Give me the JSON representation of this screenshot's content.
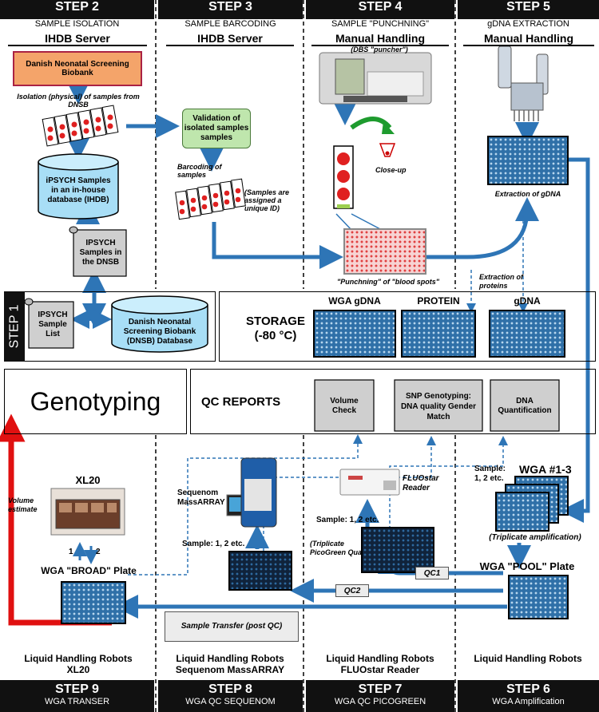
{
  "steps": {
    "s2": {
      "title": "STEP 2",
      "subtitle": "SAMPLE ISOLATION",
      "server": "IHDB Server"
    },
    "s3": {
      "title": "STEP 3",
      "subtitle": "SAMPLE BARCODING",
      "server": "IHDB Server"
    },
    "s4": {
      "title": "STEP 4",
      "subtitle": "SAMPLE \"PUNCHNING\"",
      "server": "Manual Handling"
    },
    "s5": {
      "title": "STEP 5",
      "subtitle": "gDNA EXTRACTION",
      "server": "Manual Handling"
    },
    "s9": {
      "title": "STEP 9",
      "subtitle": "WGA TRANSER",
      "robot1": "Liquid Handling Robots",
      "robot2": "XL20"
    },
    "s8": {
      "title": "STEP 8",
      "subtitle": "WGA QC SEQUENOM",
      "robot1": "Liquid Handling Robots",
      "robot2": "Sequenom MassARRAY"
    },
    "s7": {
      "title": "STEP 7",
      "subtitle": "WGA QC PICOGREEN",
      "robot1": "Liquid Handling Robots",
      "robot2": "FLUOstar Reader"
    },
    "s6": {
      "title": "STEP 6",
      "subtitle": "WGA Amplification",
      "robot1": "Liquid Handling Robots",
      "robot2": ""
    }
  },
  "step2": {
    "biobank": "Danish Neonatal Screening Biobank",
    "isolation": "Isolation (physical) of samples from DNSB",
    "ipsych_db": "iPSYCH Samples in an in-house database (IHDB)",
    "ipsych_dnsb": "IPSYCH Samples in the DNSB"
  },
  "step3": {
    "validation": "Validation of isolated samples samples",
    "barcoding": "Barcoding of samples",
    "unique": "(Samples are assigned a unique ID)"
  },
  "step4": {
    "puncher": "(DBS \"puncher\")",
    "closeup": "Close-up",
    "punching": "\"Punchning\" of \"blood spots\""
  },
  "step5": {
    "extraction_gdna": "Extraction of gDNA",
    "extraction_proteins": "Extraction of proteins"
  },
  "step1": {
    "label": "STEP 1",
    "sample_list": "IPSYCH Sample List",
    "dnsb_db": "Danish Neonatal Screening Biobank (DNSB) Database"
  },
  "storage": {
    "title": "STORAGE",
    "temp": "(-80 °C)",
    "col1": "WGA gDNA",
    "col2": "PROTEIN",
    "col3": "gDNA"
  },
  "genotyping": "Genotyping",
  "qc": {
    "title": "QC REPORTS",
    "doc1": "Volume Check",
    "doc2": "SNP Genotyping: DNA quality Gender Match",
    "doc3": "DNA Quantification"
  },
  "bottom": {
    "xl20": "XL20",
    "volume_estimate": "Volume estimate",
    "n1": "1",
    "n2": "2",
    "broad": "WGA \"BROAD\" Plate",
    "sequenom": "Sequenom MassARRAY",
    "sample8": "Sample: 1, 2 etc.",
    "transfer": "Sample Transfer (post QC)",
    "fluostar": "FLUOstar Reader",
    "sample7": "Sample: 1, 2 etc.",
    "picogreen": "(Triplicate PicoGreen Quant.)",
    "qc1": "QC1",
    "qc2": "QC2",
    "sample6": "Sample: 1, 2 etc.",
    "wga13": "WGA #1-3",
    "triplicate": "(Triplicate amplification)",
    "pool": "WGA \"POOL\" Plate"
  },
  "colors": {
    "arrow_blue": "#2e75b6",
    "arrow_red": "#e01010",
    "header": "#111111",
    "biobank": "#f4a46a",
    "validation": "#bfe6ad",
    "db": "#a8def6"
  }
}
